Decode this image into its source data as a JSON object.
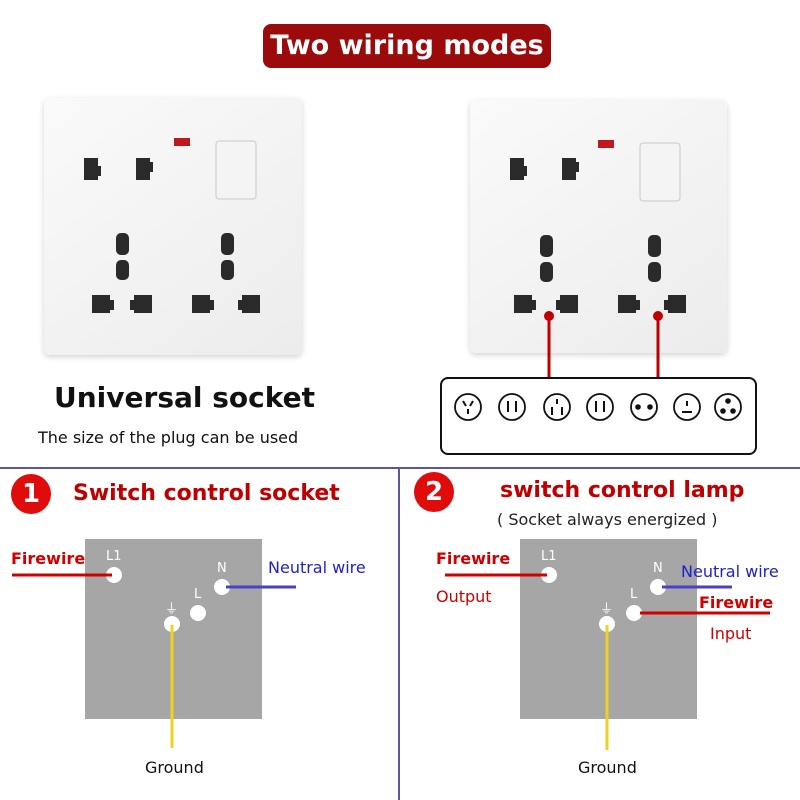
{
  "title": "Two wiring modes",
  "left_panel": {
    "label": "Universal socket",
    "sublabel": "The size of the plug can be used"
  },
  "section1": {
    "number": "1",
    "title": "Switch control socket",
    "terminals": {
      "l1": "L1",
      "n": "N",
      "l": "L",
      "ground_symbol": "⏚"
    },
    "labels": {
      "firewire": "Firewire",
      "neutral": "Neutral wire",
      "ground": "Ground"
    }
  },
  "section2": {
    "number": "2",
    "title": "switch control lamp",
    "subtitle": "( Socket always energized )",
    "terminals": {
      "l1": "L1",
      "n": "N",
      "l": "L",
      "ground_symbol": "⏚"
    },
    "labels": {
      "firewire_out": "Firewire",
      "output": "Output",
      "neutral": "Neutral wire",
      "firewire_in": "Firewire",
      "input": "Input",
      "ground": "Ground"
    }
  },
  "colors": {
    "title_bg": "#9b0b0b",
    "accent_red": "#d00000",
    "neutral_blue": "#2020c8",
    "ground_yellow": "#f0d020",
    "divider": "#5a55a8",
    "terminal_box": "#a6a6a6"
  },
  "plug_types": [
    "type-i-icon",
    "type-a-icon",
    "type-g-icon",
    "type-a2-icon",
    "type-c-icon",
    "type-d-icon",
    "type-m-icon"
  ]
}
